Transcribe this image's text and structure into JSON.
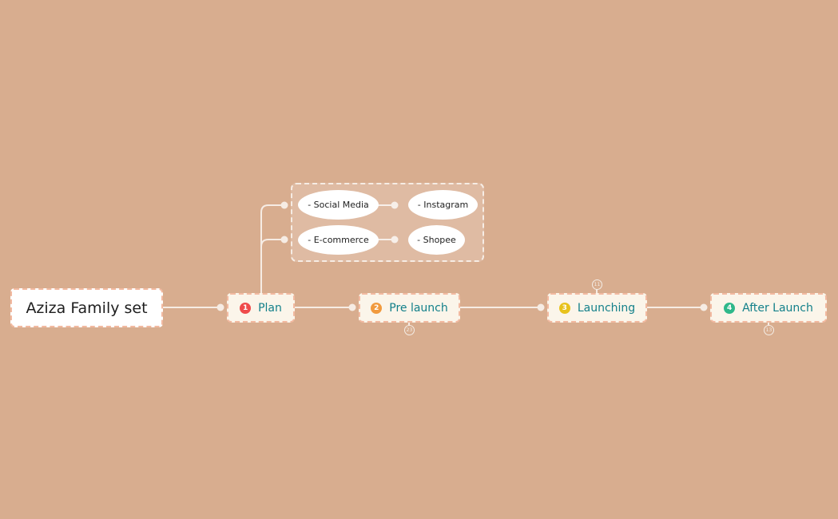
{
  "root": {
    "label": "Aziza Family set"
  },
  "steps": [
    {
      "number": "1",
      "label": "Plan",
      "color": "#ef4b4b"
    },
    {
      "number": "2",
      "label": "Pre launch",
      "color": "#f19a3e",
      "badge": "23"
    },
    {
      "number": "3",
      "label": "Launching",
      "color": "#e8c21c",
      "badge": "11"
    },
    {
      "number": "4",
      "label": "After Launch",
      "color": "#2fb88a",
      "badge": "13"
    }
  ],
  "plan_children": [
    {
      "label": "- Social Media",
      "child": "- Instagram"
    },
    {
      "label": "- E-commerce",
      "child": "- Shopee"
    }
  ],
  "colors": {
    "background": "#d8ad8f",
    "connector": "#f6ece4",
    "node_text": "#13808a",
    "node_border": "#f2b9a0"
  }
}
